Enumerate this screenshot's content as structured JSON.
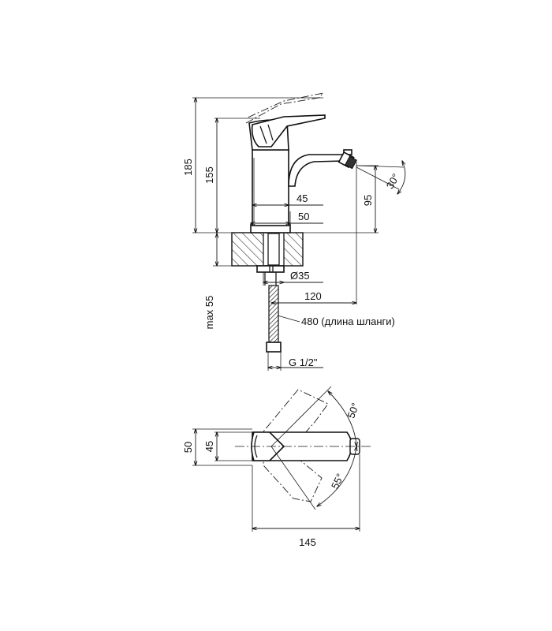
{
  "labels": {
    "height_total": "185",
    "height_body": "155",
    "spout_height": "95",
    "spray_angle": "30°",
    "inner_width": "45",
    "base_width": "50",
    "hole_diameter": "Ø35",
    "spout_reach": "120",
    "max_counter": "max 55",
    "hose_length": "480 (длина шланги)",
    "thread": "G 1/2\"",
    "top_width_outer": "50",
    "top_width_inner": "45",
    "lever_angle_up": "50°",
    "lever_angle_down": "55°",
    "total_length": "145"
  }
}
